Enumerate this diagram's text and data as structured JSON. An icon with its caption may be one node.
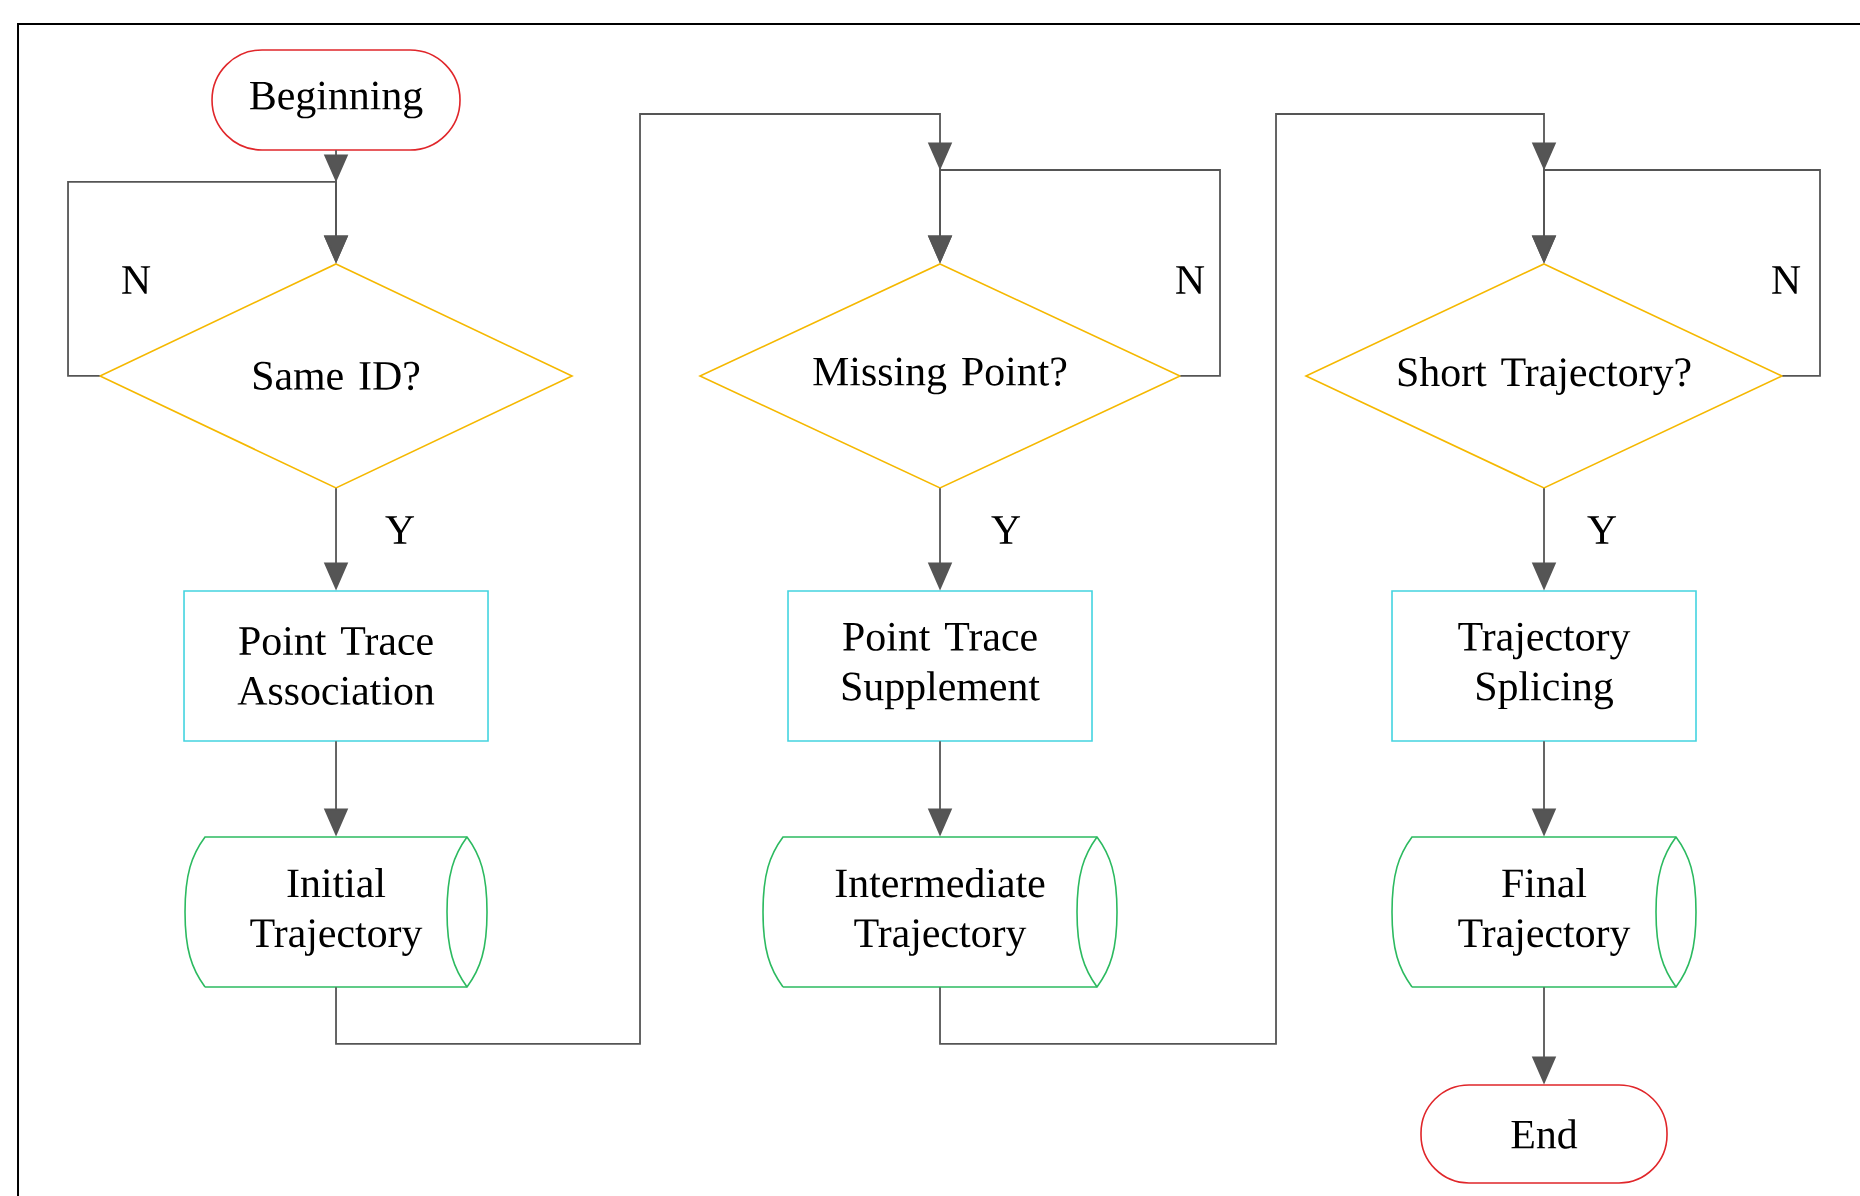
{
  "diagram": {
    "nodes": [
      {
        "text": [
          "Beginning"
        ]
      },
      {
        "text": [
          "Same ID?"
        ]
      },
      {
        "text": [
          "Point Trace Association"
        ]
      },
      {
        "text": [
          "Initial Trajectory"
        ]
      },
      {
        "text": [
          "Missing Point?"
        ]
      },
      {
        "text": [
          "Point Trace Supplement"
        ]
      },
      {
        "text": [
          "Intermediate Trajectory"
        ]
      },
      {
        "text": [
          "Short Trajectory?"
        ]
      },
      {
        "text": [
          "Trajectory Splicing"
        ]
      },
      {
        "text": [
          "Final Trajectory"
        ]
      },
      {
        "text": [
          "End"
        ]
      }
    ],
    "edges": [
      {
        "from": 0,
        "to": 1,
        "arrow": "to"
      },
      {
        "from": 1,
        "to": 1,
        "arrow": "to",
        "label": "N"
      },
      {
        "from": 1,
        "to": 2,
        "arrow": "to",
        "label": "Y"
      },
      {
        "from": 2,
        "to": 3,
        "arrow": "to"
      },
      {
        "from": 3,
        "to": 4,
        "arrow": "to"
      },
      {
        "from": 4,
        "to": 4,
        "arrow": "to",
        "label": "N"
      },
      {
        "from": 4,
        "to": 5,
        "arrow": "to",
        "label": "Y"
      },
      {
        "from": 5,
        "to": 6,
        "arrow": "to"
      },
      {
        "from": 6,
        "to": 7,
        "arrow": "to"
      },
      {
        "from": 7,
        "to": 7,
        "arrow": "to",
        "label": "N"
      },
      {
        "from": 7,
        "to": 8,
        "arrow": "to",
        "label": "Y"
      },
      {
        "from": 8,
        "to": 9,
        "arrow": "to"
      },
      {
        "from": 9,
        "to": 10,
        "arrow": "to"
      }
    ]
  }
}
